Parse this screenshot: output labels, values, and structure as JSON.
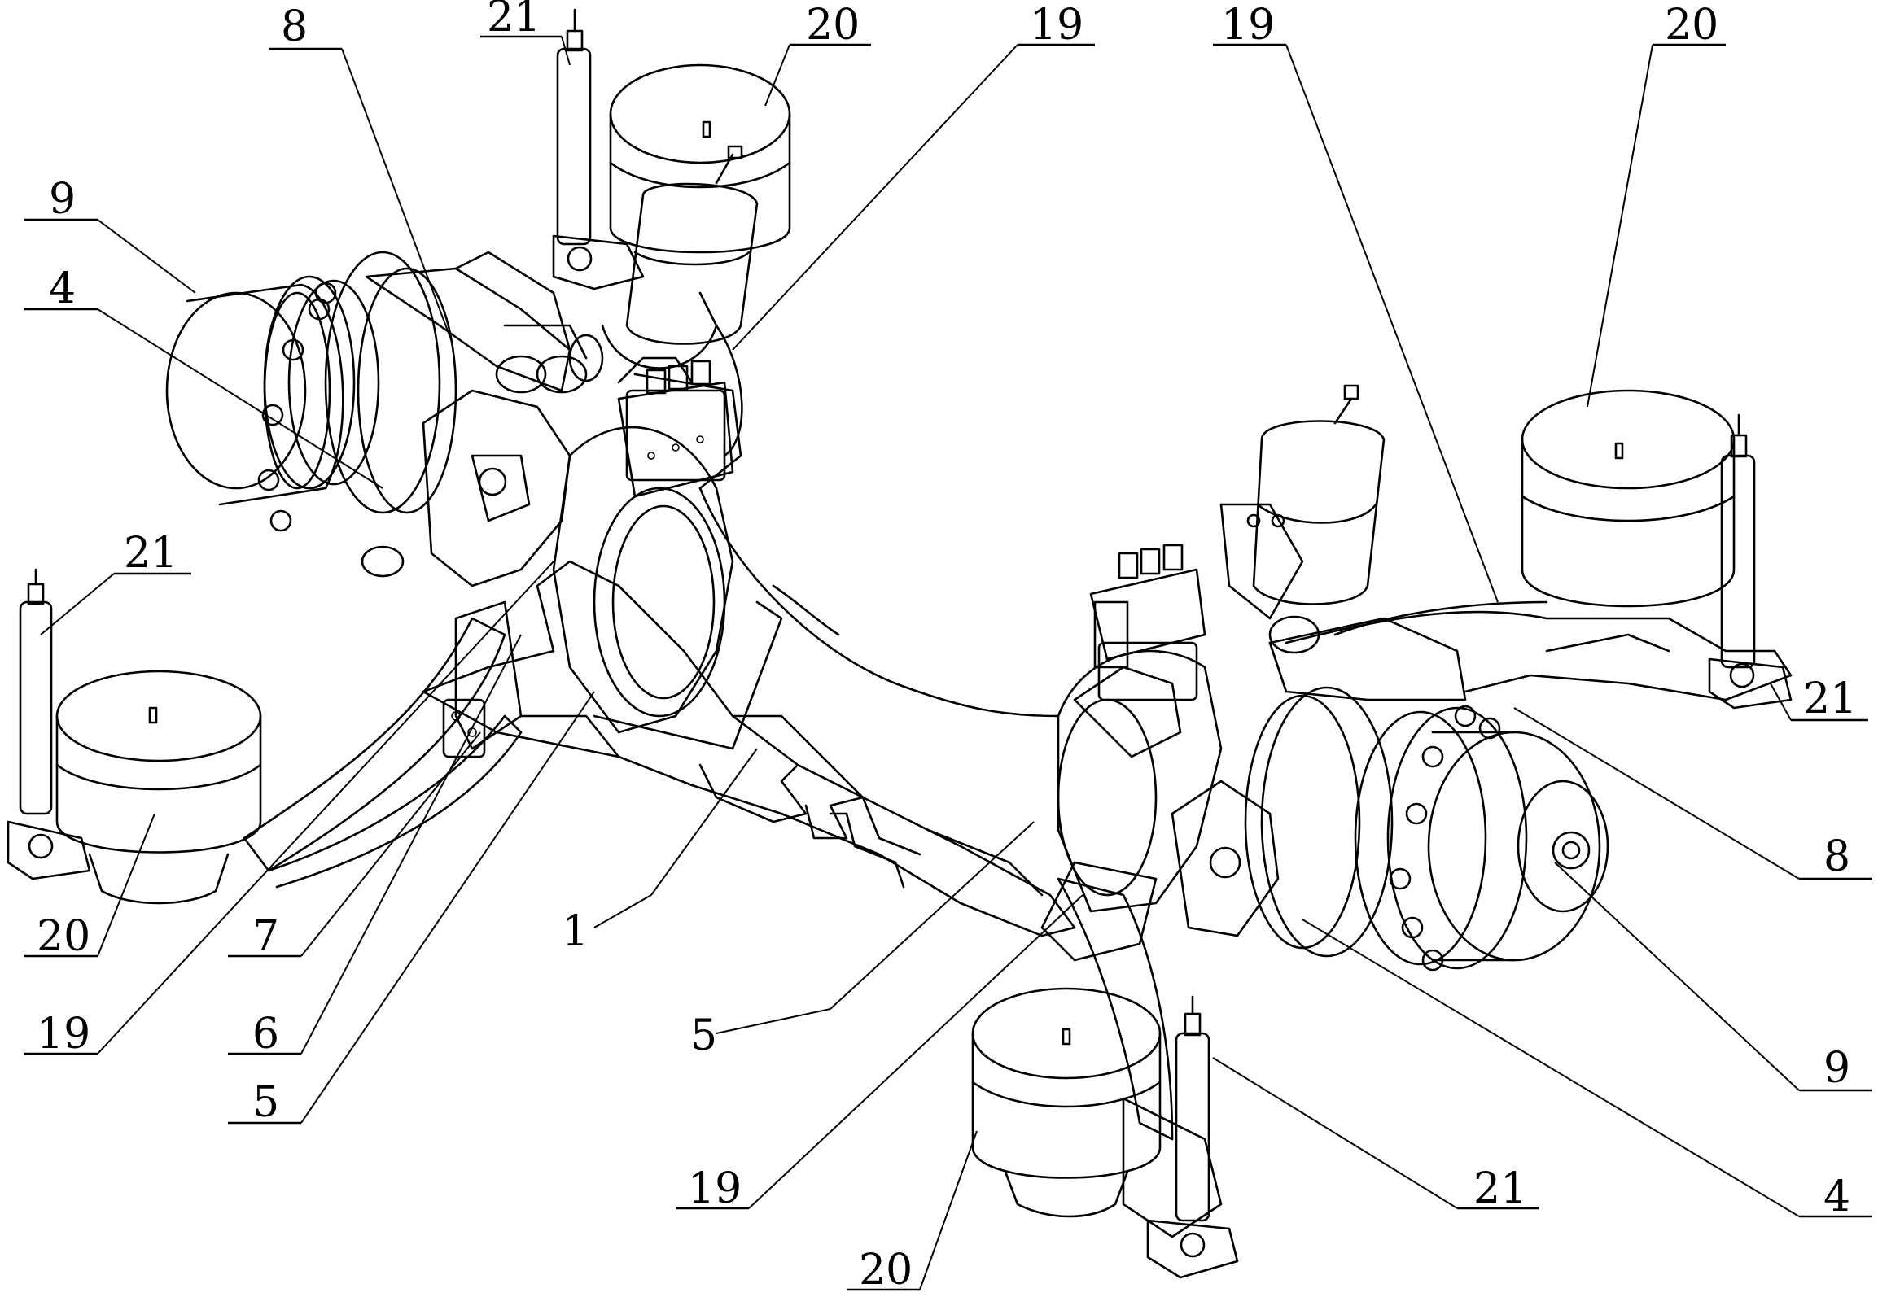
{
  "labels": {
    "l1": "1",
    "l4a": "4",
    "l4b": "4",
    "l5a": "5",
    "l5b": "5",
    "l6": "6",
    "l7": "7",
    "l8a": "8",
    "l8b": "8",
    "l9a": "9",
    "l9b": "9",
    "l19a": "19",
    "l19b": "19",
    "l19c": "19",
    "l19d": "19",
    "l20a": "20",
    "l20b": "20",
    "l20c": "20",
    "l20d": "20",
    "l21a": "21",
    "l21b": "21",
    "l21c": "21",
    "l21d": "21"
  }
}
